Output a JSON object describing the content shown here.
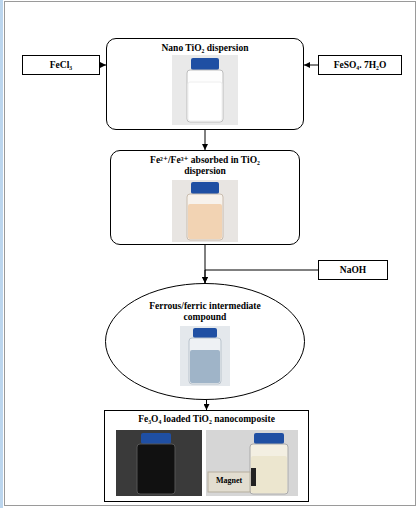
{
  "diagram": {
    "nodes": [
      {
        "text": [
          "FeCl₃"
        ]
      },
      {
        "text": [
          "Nano TiO₂ dispersion"
        ]
      },
      {
        "text": [
          "FeSO₄. 7H₂O"
        ]
      },
      {
        "text": [
          "Fe²⁺/Fe³⁺ absorbed in TiO₂ dispersion"
        ]
      },
      {
        "text": [
          "NaOH"
        ]
      },
      {
        "text": [
          "Ferrous/ferric intermediate compound"
        ]
      },
      {
        "text": [
          "Fe₃O₄ loaded TiO₂ nanocomposite"
        ]
      }
    ],
    "edges": [
      {
        "from": 0,
        "to": 1,
        "arrow": "to"
      },
      {
        "from": 2,
        "to": 1,
        "arrow": "to"
      },
      {
        "from": 1,
        "to": 3,
        "arrow": "to"
      },
      {
        "from": 3,
        "to": 5,
        "arrow": "to"
      },
      {
        "from": 4,
        "to": 5,
        "arrow": "to"
      },
      {
        "from": 5,
        "to": 6,
        "arrow": "to"
      }
    ],
    "labels": [
      "Magnet"
    ]
  }
}
